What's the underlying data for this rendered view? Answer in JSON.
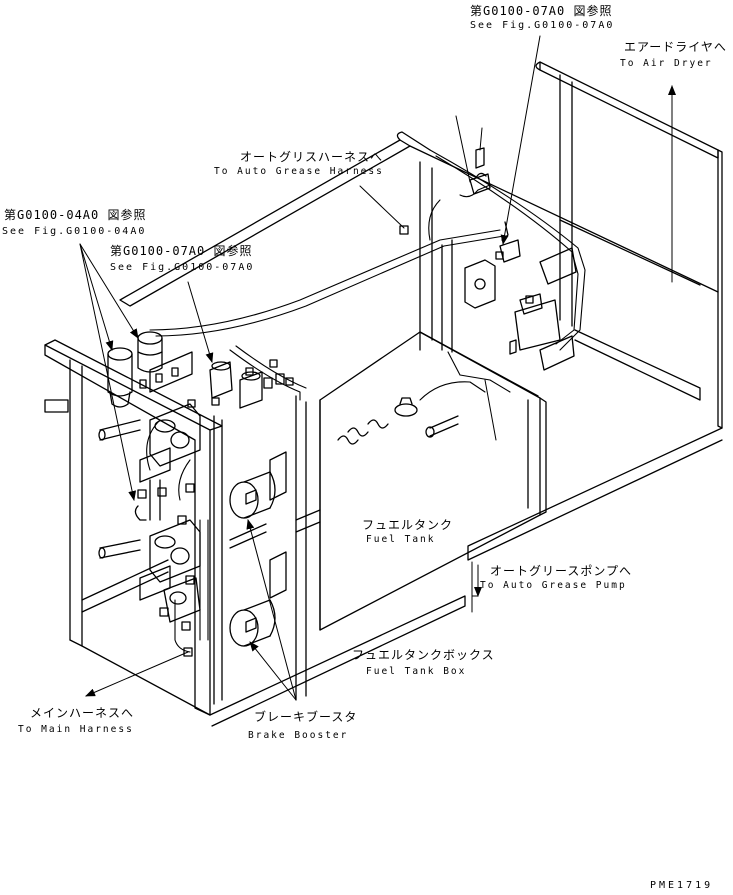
{
  "labels": {
    "ref_top_jp": "第G0100-07A0 図参照",
    "ref_top_en": "See Fig.G0100-07A0",
    "air_dryer_jp": "エアードライヤへ",
    "air_dryer_en": "To Air Dryer",
    "auto_grease_harness_jp": "オートグリスハーネスへ",
    "auto_grease_harness_en": "To Auto Grease Harness",
    "ref_left_jp": "第G0100-04A0 図参照",
    "ref_left_en": "See Fig.G0100-04A0",
    "ref_mid_jp": "第G0100-07A0 図参照",
    "ref_mid_en": "See Fig.G0100-07A0",
    "fuel_tank_jp": "フュエルタンク",
    "fuel_tank_en": "Fuel Tank",
    "auto_grease_pump_jp": "オートグリースポンプへ",
    "auto_grease_pump_en": "To Auto Grease Pump",
    "fuel_tank_box_jp": "フュエルタンクボックス",
    "fuel_tank_box_en": "Fuel Tank Box",
    "main_harness_jp": "メインハーネスへ",
    "main_harness_en": "To Main Harness",
    "brake_booster_jp": "ブレーキブースタ",
    "brake_booster_en": "Brake Booster",
    "drawing_code": "PME1719"
  },
  "colors": {
    "ink": "#000000",
    "paper": "#ffffff"
  }
}
